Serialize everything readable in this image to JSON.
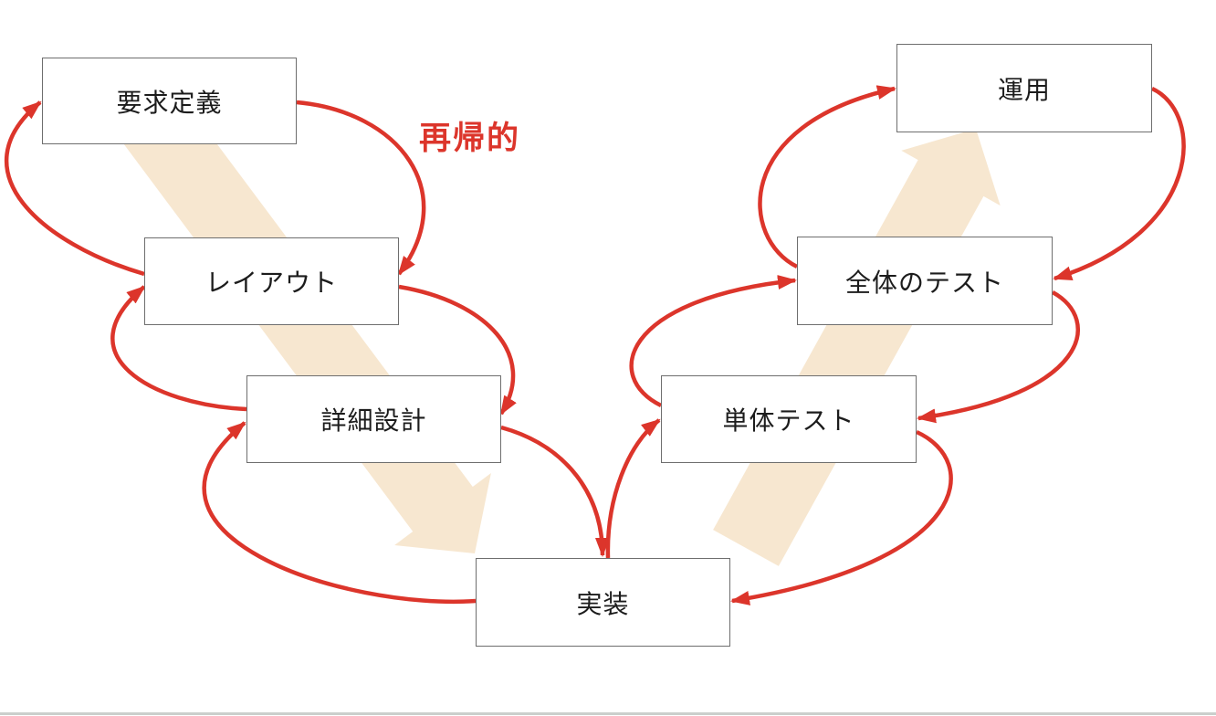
{
  "diagram": {
    "annotation": "再帰的",
    "nodes": [
      {
        "id": "requirements",
        "label": "要求定義"
      },
      {
        "id": "layout",
        "label": "レイアウト"
      },
      {
        "id": "detailed-design",
        "label": "詳細設計"
      },
      {
        "id": "implementation",
        "label": "実装"
      },
      {
        "id": "unit-test",
        "label": "単体テスト"
      },
      {
        "id": "overall-test",
        "label": "全体のテスト"
      },
      {
        "id": "operation",
        "label": "運用"
      }
    ],
    "flow_arrows": [
      {
        "id": "descending-flow",
        "from": "requirements",
        "to": "implementation"
      },
      {
        "id": "ascending-flow",
        "from": "unit-test",
        "to": "operation"
      }
    ],
    "recursive_loops": [
      {
        "between": [
          "要求定義",
          "レイアウト"
        ]
      },
      {
        "between": [
          "レイアウト",
          "詳細設計"
        ]
      },
      {
        "between": [
          "詳細設計",
          "実装"
        ]
      },
      {
        "between": [
          "実装",
          "単体テスト"
        ]
      },
      {
        "between": [
          "単体テスト",
          "全体のテスト"
        ]
      },
      {
        "between": [
          "全体のテスト",
          "運用"
        ]
      }
    ],
    "colors": {
      "arrow_red": "#dc352b",
      "flow_beige": "#f7e7d0",
      "box_border": "#6e6e6e",
      "box_fill": "#ffffff",
      "text": "#1c1c1c",
      "footer_line": "#cbcfcc"
    }
  }
}
